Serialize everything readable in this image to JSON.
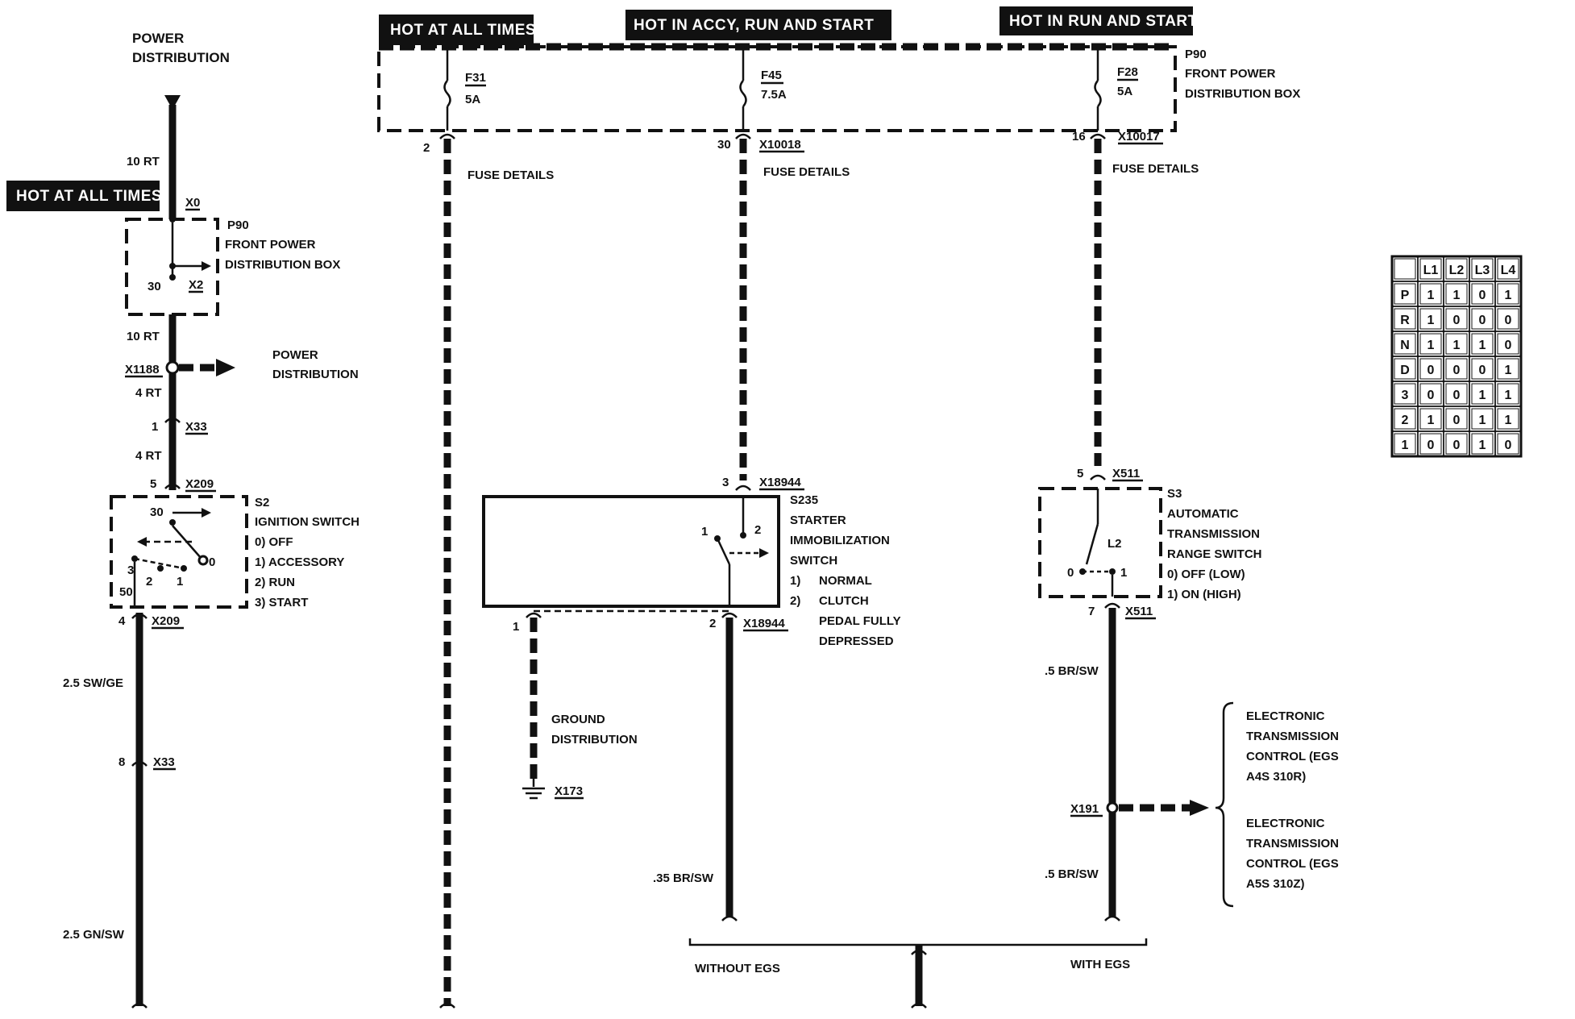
{
  "left_section": {
    "power_distribution_top": [
      "POWER",
      "DISTRIBUTION"
    ],
    "hot_label": "HOT AT ALL TIMES",
    "wire_10rt_a": "10 RT",
    "x0": "X0",
    "p90_box": [
      "P90",
      "FRONT POWER",
      "DISTRIBUTION BOX"
    ],
    "pin_30": "30",
    "x2": "X2",
    "wire_10rt_b": "10 RT",
    "x1188": "X1188",
    "power_distribution_right": [
      "POWER",
      "DISTRIBUTION"
    ],
    "wire_4rt_a": "4 RT",
    "pin_1": "1",
    "x33_top": "X33",
    "wire_4rt_b": "4 RT",
    "pin_5": "5",
    "x209_top": "X209",
    "s2": [
      "S2",
      "IGNITION SWITCH",
      "0)   OFF",
      "1)   ACCESSORY",
      "2)   RUN",
      "3)   START"
    ],
    "switch_pins": {
      "p30": "30",
      "p0": "0",
      "p1": "1",
      "p2": "2",
      "p3": "3",
      "p50": "50"
    },
    "pin_4": "4",
    "x209_bottom": "X209",
    "wire_25swge": "2.5 SW/GE",
    "pin_8": "8",
    "x33_bottom": "X33",
    "wire_25gnsw": "2.5 GN/SW"
  },
  "headers": {
    "hot_all": "HOT AT ALL TIMES",
    "hot_accy": "HOT IN ACCY, RUN AND START",
    "hot_run": "HOT IN RUN AND START"
  },
  "fuses": {
    "f31": "F31",
    "f31_rating": "5A",
    "f45": "F45",
    "f45_rating": "7.5A",
    "f28": "F28",
    "f28_rating": "5A"
  },
  "p90_right": [
    "P90",
    "FRONT POWER",
    "DISTRIBUTION BOX"
  ],
  "fuse_outputs": {
    "pin_2": "2",
    "pin_30": "30",
    "x10018": "X10018",
    "pin_16": "16",
    "x10017": "X10017",
    "fuse_details": "FUSE DETAILS"
  },
  "s235": {
    "pin_3": "3",
    "x18944_top": "X18944",
    "label": [
      "S235",
      "STARTER",
      "IMMOBILIZATION",
      "SWITCH"
    ],
    "states": [
      "1)",
      "NORMAL",
      "2)",
      "CLUTCH",
      "PEDAL FULLY",
      "DEPRESSED"
    ],
    "sw_pin_1": "1",
    "sw_pin_2": "2",
    "pin_1_bottom": "1",
    "pin_2_bottom": "2",
    "x18944_bottom": "X18944",
    "ground": [
      "GROUND",
      "DISTRIBUTION"
    ],
    "x173": "X173",
    "wire": ".35 BR/SW"
  },
  "s3": {
    "pin_5": "5",
    "x511_top": "X511",
    "label": [
      "S3",
      "AUTOMATIC",
      "TRANSMISSION",
      "RANGE SWITCH",
      "0)   OFF (LOW)",
      "1)   ON (HIGH)"
    ],
    "l2": "L2",
    "sw_pin_0": "0",
    "sw_pin_1": "1",
    "pin_7": "7",
    "x511_bottom": "X511",
    "wire_a": ".5 BR/SW",
    "x191": "X191",
    "wire_b": ".5 BR/SW",
    "egs_a": [
      "ELECTRONIC",
      "TRANSMISSION",
      "CONTROL (EGS",
      "A4S 310R)"
    ],
    "egs_b": [
      "ELECTRONIC",
      "TRANSMISSION",
      "CONTROL (EGS",
      "A5S 310Z)"
    ]
  },
  "bottom": {
    "without": "WITHOUT EGS",
    "with": "WITH EGS"
  },
  "range_table": {
    "headers": [
      "",
      "L1",
      "L2",
      "L3",
      "L4"
    ],
    "rows": [
      [
        "P",
        "1",
        "1",
        "0",
        "1"
      ],
      [
        "R",
        "1",
        "0",
        "0",
        "0"
      ],
      [
        "N",
        "1",
        "1",
        "1",
        "0"
      ],
      [
        "D",
        "0",
        "0",
        "0",
        "1"
      ],
      [
        "3",
        "0",
        "0",
        "1",
        "1"
      ],
      [
        "2",
        "1",
        "0",
        "1",
        "1"
      ],
      [
        "1",
        "0",
        "0",
        "1",
        "0"
      ]
    ]
  }
}
